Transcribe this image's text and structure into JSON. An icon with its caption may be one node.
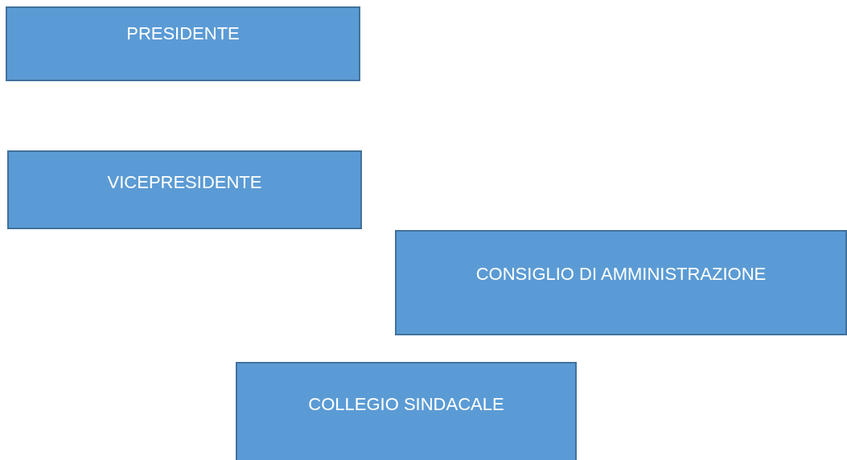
{
  "diagram": {
    "nodes": [
      {
        "text": [
          "PRESIDENTE"
        ]
      },
      {
        "text": [
          "VICEPRESIDENTE"
        ]
      },
      {
        "text": [
          "CONSIGLIO DI AMMINISTRAZIONE"
        ]
      },
      {
        "text": [
          "COLLEGIO SINDACALE"
        ]
      }
    ],
    "edges": []
  }
}
